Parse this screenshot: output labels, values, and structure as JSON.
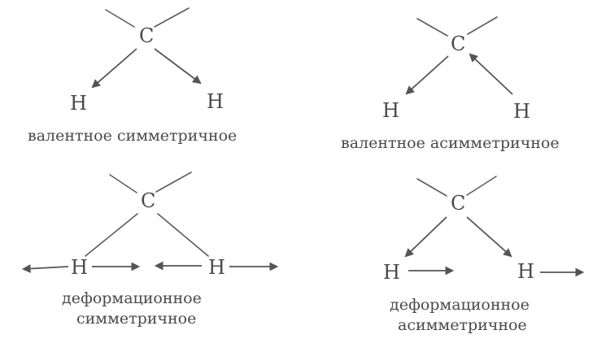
{
  "diagrams": [
    {
      "id": "stretch-sym",
      "carbon": "C",
      "h_left": "H",
      "h_right": "H",
      "caption": [
        "валентное симметричное"
      ]
    },
    {
      "id": "stretch-asym",
      "carbon": "C",
      "h_left": "H",
      "h_right": "H",
      "caption": [
        "валентное асимметричное"
      ]
    },
    {
      "id": "bend-sym",
      "carbon": "C",
      "h_left": "H",
      "h_right": "H",
      "caption": [
        "деформационное",
        "симметричное"
      ]
    },
    {
      "id": "bend-asym",
      "carbon": "C",
      "h_left": "H",
      "h_right": "H",
      "caption": [
        "деформационное",
        "асимметричное"
      ]
    }
  ],
  "colors": {
    "ink": "#4a4a4a",
    "bond": "#5c5c5c",
    "background": "#ffffff"
  }
}
